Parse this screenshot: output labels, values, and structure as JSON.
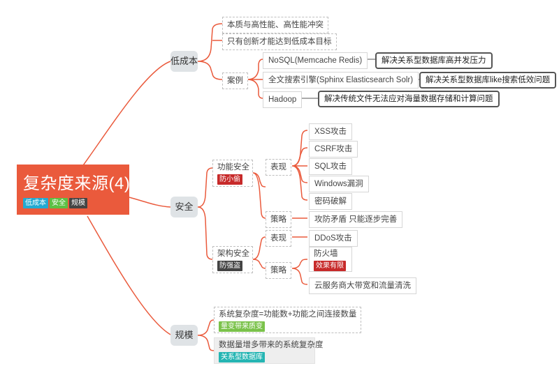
{
  "root": {
    "title": "复杂度来源(4)",
    "tags": [
      "低成本",
      "安全",
      "规模"
    ]
  },
  "branches": {
    "cost": {
      "label": "低成本",
      "items": [
        "本质与高性能、高性能冲突",
        "只有创新才能达到低成本目标"
      ],
      "case": {
        "label": "案例",
        "items": [
          {
            "label": "NoSQL(Memcache Redis)",
            "note": "解决关系型数据库高并发压力"
          },
          {
            "label": "全文搜索引擎(Sphinx Elasticsearch Solr)",
            "note": "解决关系型数据库like搜索低效问题"
          },
          {
            "label": "Hadoop",
            "note": "解决传统文件无法应对海量数据存储和计算问题"
          }
        ]
      }
    },
    "security": {
      "label": "安全",
      "functional": {
        "label": "功能安全",
        "tag": "防小偷",
        "manifest": {
          "label": "表现",
          "items": [
            "XSS攻击",
            "CSRF攻击",
            "SQL攻击",
            "Windows漏洞",
            "密码破解"
          ]
        },
        "strategy": {
          "label": "策略",
          "item": "攻防矛盾 只能逐步完善"
        }
      },
      "architecture": {
        "label": "架构安全",
        "tag": "防强盗",
        "manifest": {
          "label": "表现",
          "item": "DDoS攻击"
        },
        "strategy": {
          "label": "策略",
          "firewall": {
            "label": "防火墙",
            "tag": "效果有限"
          },
          "cloud": "云服务商大带宽和流量清洗"
        }
      }
    },
    "scale": {
      "label": "规模",
      "items": [
        {
          "label": "系统复杂度=功能数+功能之间连接数量",
          "tag": "量变带来质变"
        },
        {
          "label": "数据量增多带来的系统复杂度",
          "tag": "关系型数据库"
        }
      ]
    }
  },
  "colors": {
    "root": "#ea5a3c",
    "link": "#ea5a3c",
    "tag_blue": "#23aad1",
    "tag_green": "#5cc044",
    "tag_dark": "#444444",
    "tag_red": "#c72a2a",
    "tag_teal": "#25b5b3",
    "tag_lime": "#7ac24a"
  }
}
